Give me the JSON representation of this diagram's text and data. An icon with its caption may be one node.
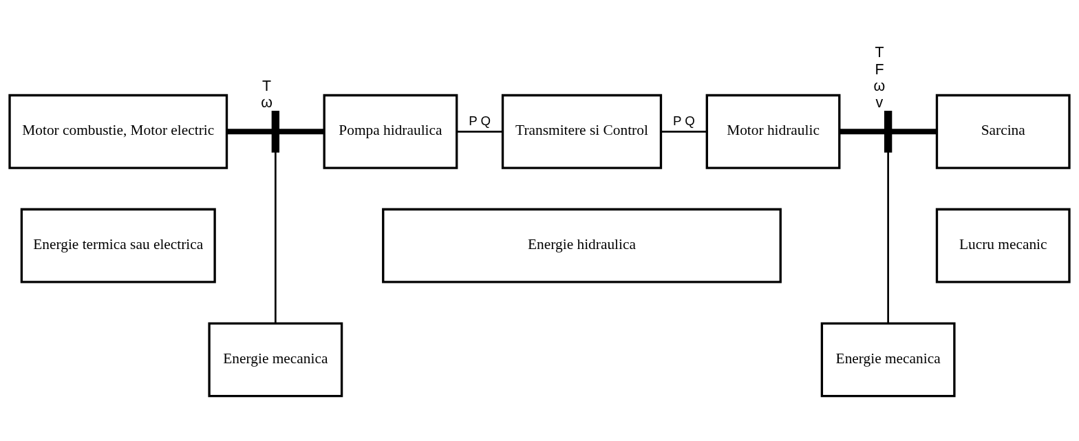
{
  "diagram": {
    "nodes": [
      {
        "text": [
          "Motor combustie, Motor electric"
        ]
      },
      {
        "text": [],
        "shape": "bar",
        "beside": [
          "T",
          "ω"
        ]
      },
      {
        "text": [
          "Pompa hidraulica"
        ]
      },
      {
        "text": [
          "Transmitere si Control"
        ]
      },
      {
        "text": [
          "Motor hidraulic"
        ]
      },
      {
        "text": [],
        "shape": "bar",
        "beside": [
          "T",
          "F",
          "ω",
          "v"
        ]
      },
      {
        "text": [
          "Sarcina"
        ]
      },
      {
        "text": [
          "Energie termica sau electrica"
        ]
      },
      {
        "text": [
          "Energie hidraulica"
        ]
      },
      {
        "text": [
          "Lucru mecanic"
        ]
      },
      {
        "text": [
          "Energie mecanica"
        ]
      },
      {
        "text": [
          "Energie mecanica"
        ]
      }
    ],
    "edges": [
      {
        "from": 0,
        "to": 1,
        "arrow": "none",
        "style": "thick"
      },
      {
        "from": 1,
        "to": 2,
        "arrow": "none",
        "style": "thick"
      },
      {
        "from": 2,
        "to": 3,
        "arrow": "none",
        "label": "P Q"
      },
      {
        "from": 3,
        "to": 4,
        "arrow": "none",
        "label": "P Q"
      },
      {
        "from": 4,
        "to": 5,
        "arrow": "none",
        "style": "thick"
      },
      {
        "from": 5,
        "to": 6,
        "arrow": "none",
        "style": "thick"
      },
      {
        "from": 1,
        "to": 10,
        "arrow": "none"
      },
      {
        "from": 5,
        "to": 11,
        "arrow": "none"
      }
    ]
  }
}
